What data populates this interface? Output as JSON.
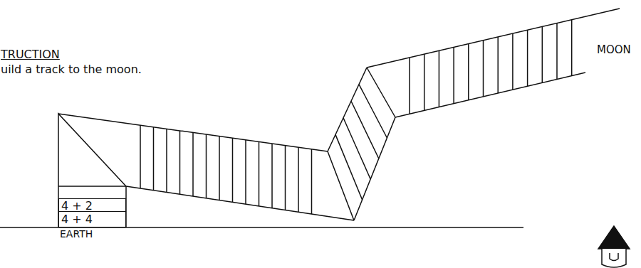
{
  "diagram": {
    "title": "TRUCTION",
    "nodes": [
      {
        "text": [
          "4 + 2"
        ]
      },
      {
        "text": [
          "4 + 4"
        ]
      }
    ],
    "labels": [
      "uild a track to the moon.",
      "MOON",
      "EARTH"
    ]
  }
}
